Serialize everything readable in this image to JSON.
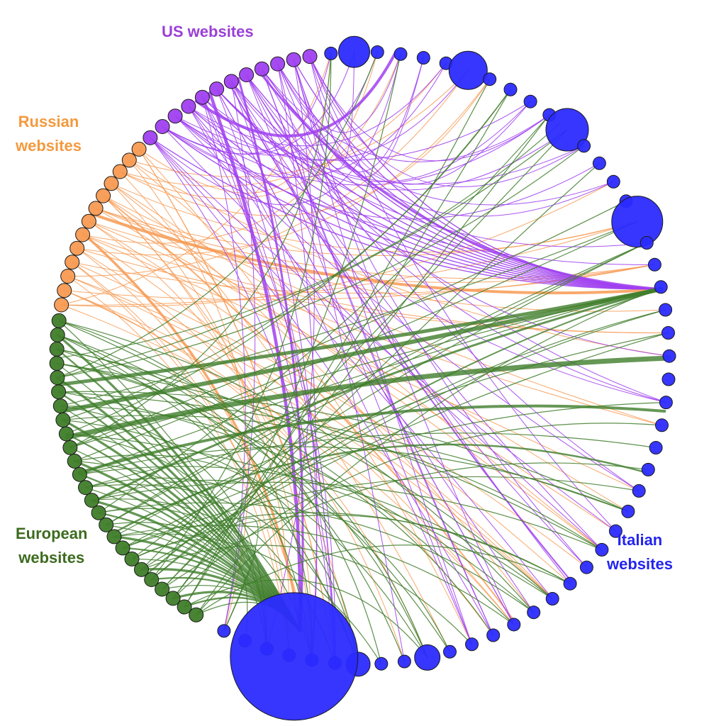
{
  "labels": {
    "us": "US websites",
    "russian": [
      "Russian",
      "websites"
    ],
    "european": [
      "European",
      "websites"
    ],
    "italian": [
      "Italian",
      "websites"
    ]
  },
  "colors": {
    "us": "#a040f0",
    "russian": "#f79a52",
    "european": "#3f7d2a",
    "italian": "#2b2bff",
    "node_stroke": "#1a1a1a"
  },
  "groups": {
    "us_count": 12,
    "russian_count": 13,
    "european_count": 25,
    "italian_count": 50
  }
}
